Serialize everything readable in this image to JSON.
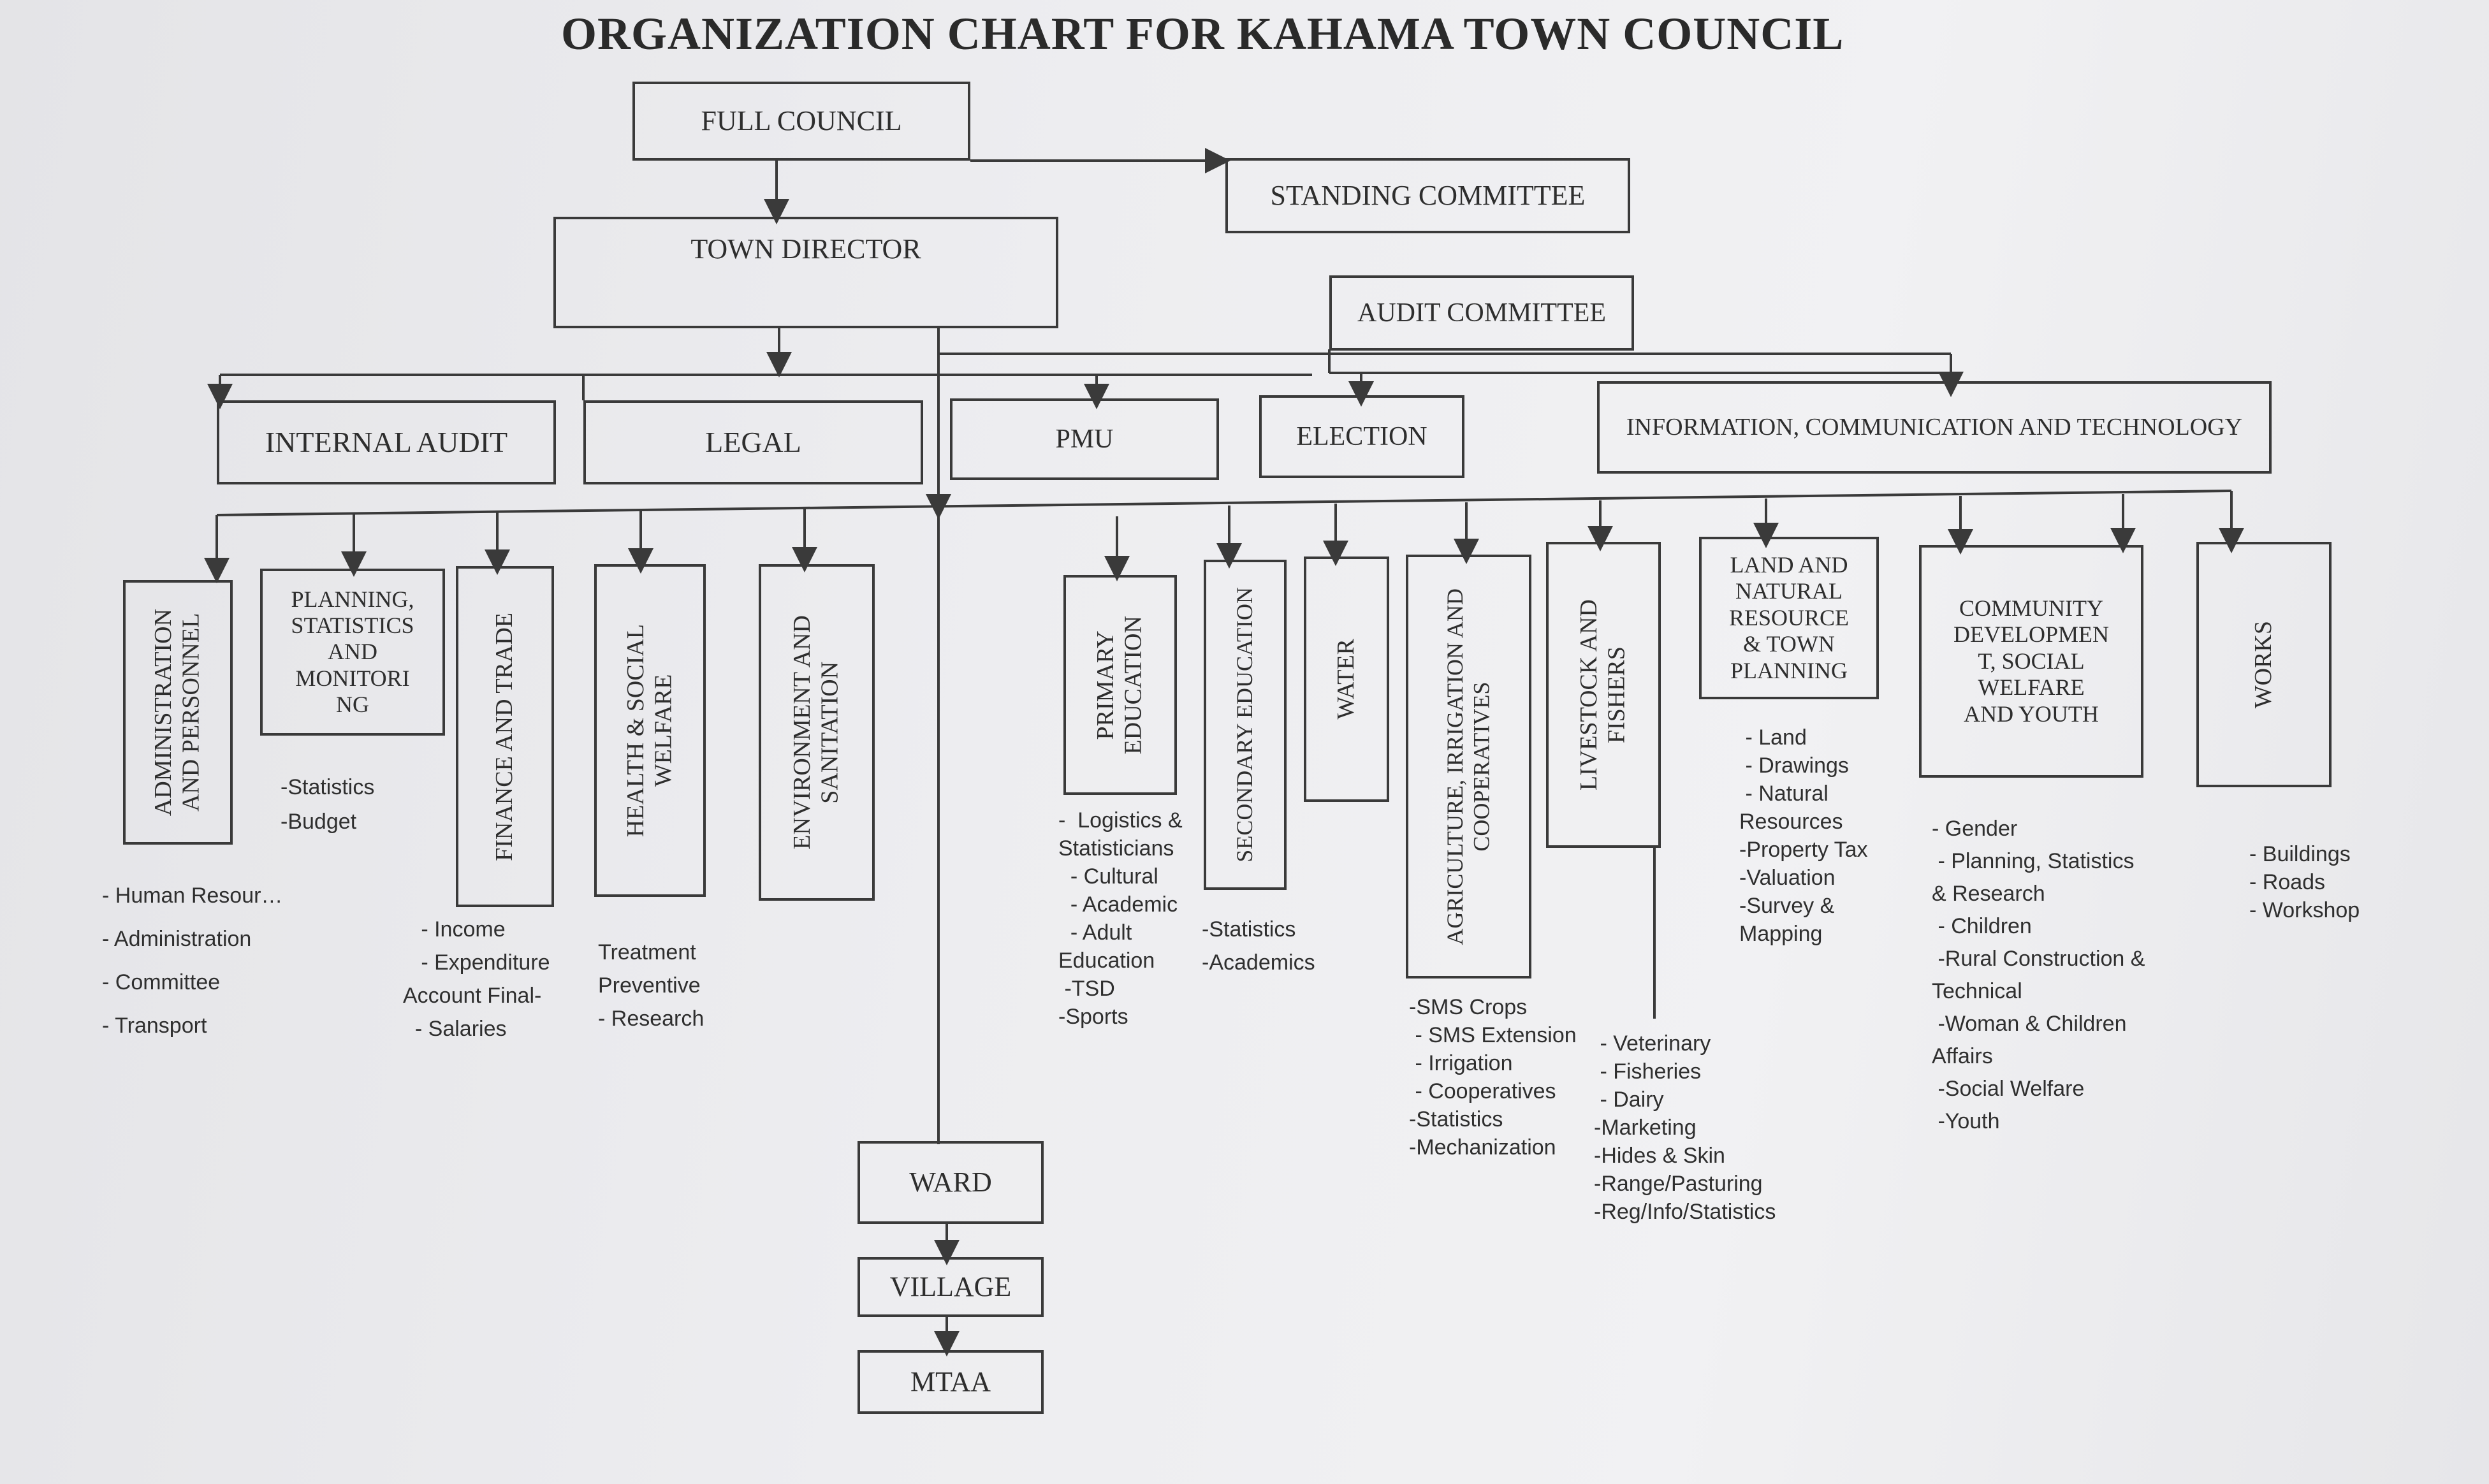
{
  "title": "ORGANIZATION CHART FOR KAHAMA TOWN COUNCIL",
  "top_level": {
    "full_council": "FULL COUNCIL",
    "standing_committee": "STANDING COMMITTEE",
    "town_director": "TOWN DIRECTOR",
    "audit_committee": "AUDIT COMMITTEE"
  },
  "units": {
    "internal_audit": "INTERNAL AUDIT",
    "legal": "LEGAL",
    "pmu": "PMU",
    "election": "ELECTION",
    "ict": "INFORMATION, COMMUNICATION AND TECHNOLOGY"
  },
  "departments": {
    "admin": "ADMINISTRATION\nAND PERSONNEL",
    "planning": "PLANNING,\nSTATISTICS\nAND\nMONITORI\nNG",
    "finance": "FINANCE AND TRADE",
    "health": "HEALTH & SOCIAL\nWELFARE",
    "environment": "ENVIRONMENT AND\nSANITATION",
    "primary_education": "PRIMARY\nEDUCATION",
    "secondary_education": "SECONDARY EDUCATION",
    "water": "WATER",
    "agriculture": "AGRICULTURE, IRRIGATION AND\nCOOPERATIVES",
    "livestock": "LIVESTOCK AND\nFISHERS",
    "land": "LAND AND\nNATURAL\nRESOURCE\n& TOWN\nPLANNING",
    "community": "COMMUNITY\nDEVELOPMEN\nT, SOCIAL\nWELFARE\nAND YOUTH",
    "works": "WORKS"
  },
  "sections": {
    "admin": "- Human Resour…\n\n- Administration\n\n- Committee\n\n- Transport",
    "planning": "-Statistics\n-Budget",
    "finance": "   - Income\n   - Expenditure\nAccount Final-\n  - Salaries",
    "health": "Treatment\nPreventive\n- Research",
    "primary_education": "-  Logistics &\nStatisticians\n  - Cultural\n  - Academic\n  - Adult\nEducation\n -TSD\n-Sports",
    "secondary_education": "-Statistics\n-Academics",
    "agriculture": "-SMS Crops\n - SMS Extension\n - Irrigation\n - Cooperatives\n-Statistics\n-Mechanization",
    "livestock": " - Veterinary\n - Fisheries\n - Dairy\n-Marketing\n-Hides & Skin\n-Range/Pasturing\n-Reg/Info/Statistics",
    "land": " - Land\n - Drawings\n - Natural\nResources\n-Property Tax\n-Valuation\n-Survey &\nMapping",
    "community": "- Gender\n - Planning, Statistics\n& Research\n - Children\n -Rural Construction &\nTechnical\n -Woman & Children\nAffairs\n -Social Welfare\n -Youth",
    "works": "- Buildings\n- Roads\n- Workshop"
  },
  "local_levels": {
    "ward": "WARD",
    "village": "VILLAGE",
    "mtaa": "MTAA"
  }
}
